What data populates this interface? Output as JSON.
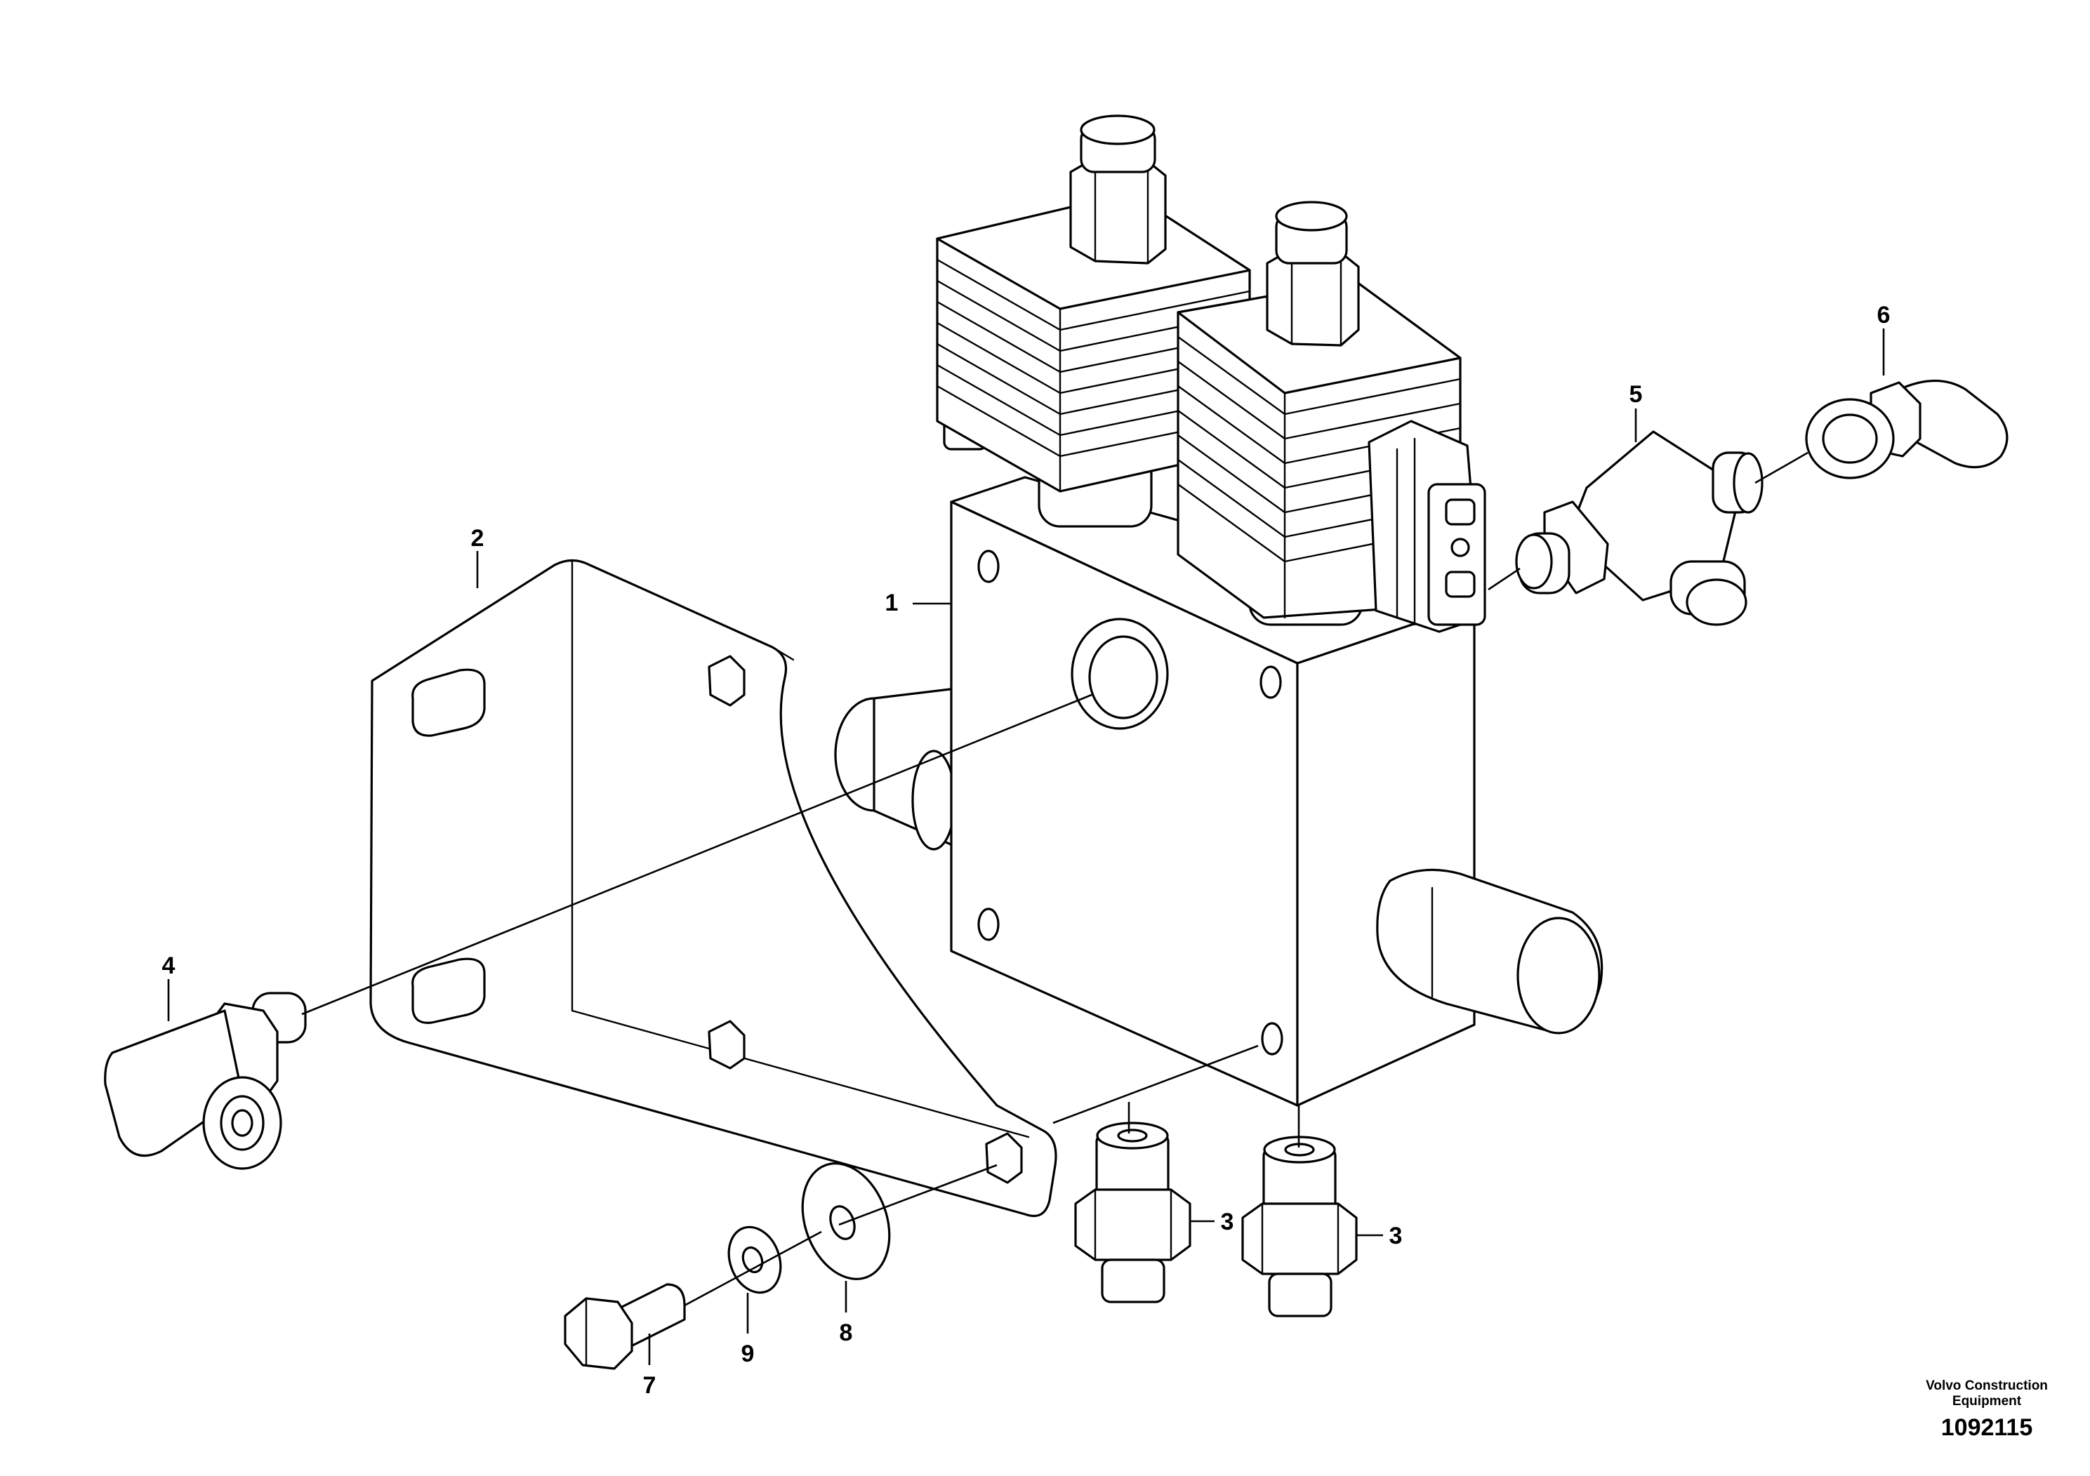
{
  "callouts": {
    "c1": "1",
    "c2": "2",
    "c3a": "3",
    "c3b": "3",
    "c4": "4",
    "c5": "5",
    "c6": "6",
    "c7": "7",
    "c8": "8",
    "c9": "9"
  },
  "footer": {
    "brand_line1": "Volvo Construction",
    "brand_line2": "Equipment",
    "drawing_number": "1092115"
  }
}
